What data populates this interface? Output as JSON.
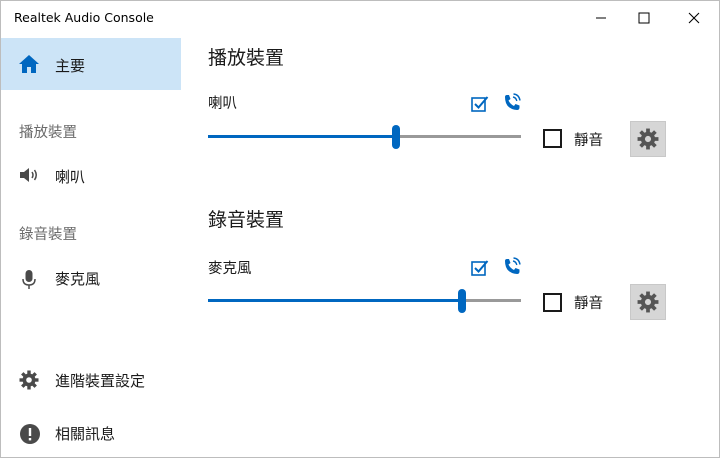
{
  "window": {
    "title": "Realtek Audio Console"
  },
  "sidebar": {
    "home_label": "主要",
    "playback_section": "播放裝置",
    "speaker_label": "喇叭",
    "recording_section": "錄音裝置",
    "mic_label": "麥克風",
    "advanced_label": "進階裝置設定",
    "info_label": "相關訊息"
  },
  "main": {
    "playback_title": "播放裝置",
    "recording_title": "錄音裝置",
    "playback_device": {
      "name": "喇叭",
      "volume_fraction": 0.6,
      "muted": false,
      "mute_label": "靜音"
    },
    "recording_device": {
      "name": "麥克風",
      "volume_fraction": 0.81,
      "muted": false,
      "mute_label": "靜音"
    }
  },
  "colors": {
    "accent": "#0067c0",
    "selected_bg": "#cce4f7",
    "section_gray": "#6b6b6b",
    "gear_bg": "#d6d6d6"
  },
  "icons": [
    "home-icon",
    "speaker-icon",
    "microphone-icon",
    "gear-icon",
    "info-icon",
    "default-device-check-icon",
    "communication-phone-icon",
    "minimize-icon",
    "maximize-icon",
    "close-icon"
  ]
}
